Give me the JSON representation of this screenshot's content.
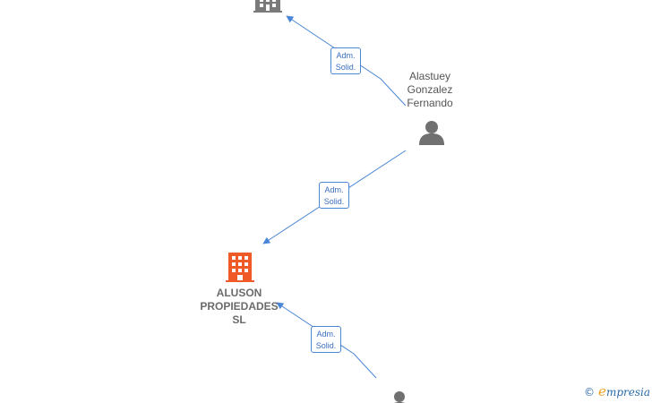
{
  "colors": {
    "edge": "#4a86d6",
    "edge_label_text": "#3a6fbf",
    "company_highlight": "#f05a28",
    "company_other": "#7a7a7a",
    "person": "#707070",
    "brand_text": "#2b6aa8",
    "brand_accent": "#f0a020"
  },
  "nodes": {
    "top_company": {
      "icon": "building-icon"
    },
    "person_alastuey": {
      "icon": "person-icon",
      "label_lines": [
        "Alastuey",
        "Gonzalez",
        "Fernando"
      ]
    },
    "aluson": {
      "icon": "building-icon",
      "label_lines": [
        "ALUSON",
        "PROPIEDADES",
        "SL"
      ]
    },
    "bottom_person": {
      "icon": "person-icon"
    }
  },
  "edges": [
    {
      "label_lines": [
        "Adm.",
        "Solid."
      ]
    },
    {
      "label_lines": [
        "Adm.",
        "Solid."
      ]
    },
    {
      "label_lines": [
        "Adm.",
        "Solid."
      ]
    }
  ],
  "brand": {
    "copyright": "©",
    "initial": "e",
    "rest": "mpresia"
  }
}
